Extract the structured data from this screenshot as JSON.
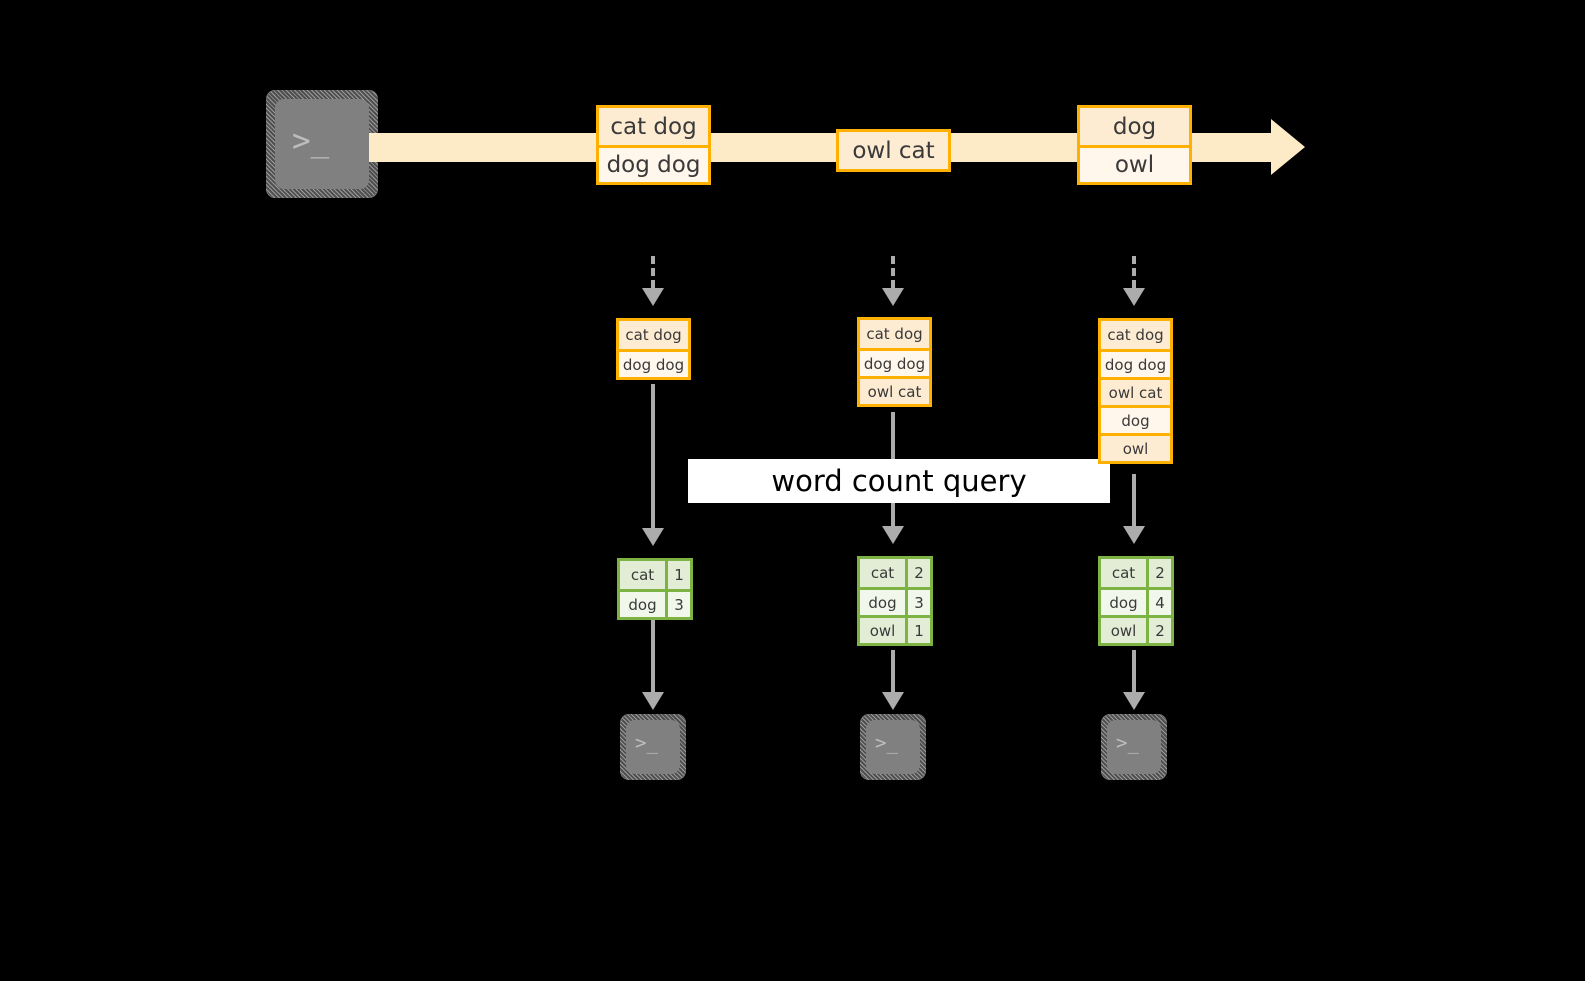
{
  "diagram": {
    "title": "word count query stream pipeline",
    "colors": {
      "background": "#000000",
      "stream_band": "#FDEBC8",
      "message_border": "#FFB000",
      "message_fill": "#FDEBD2",
      "message_fill_alt": "#FFF6EC",
      "table_border": "#7CB342",
      "table_fill": "#E3EDD6",
      "table_fill_alt": "#F2F7EC",
      "connector": "#ACACAC",
      "terminal_face": "#808080",
      "label_bar": "#FFFFFF",
      "label_text": "#000000"
    }
  },
  "source": {
    "icon": "terminal-icon",
    "glyph": ">_"
  },
  "stream": {
    "arrow_tip": "arrowhead-right",
    "messages": [
      {
        "id": "m1",
        "lines": [
          "cat dog",
          "dog dog"
        ]
      },
      {
        "id": "m2",
        "lines": [
          "owl cat"
        ]
      },
      {
        "id": "m3",
        "lines": [
          "dog",
          "owl"
        ]
      }
    ]
  },
  "query_label": {
    "text": "word count query"
  },
  "columns": [
    {
      "id": "t1",
      "ingest_arrow": "dashed-down-arrow",
      "snapshot": {
        "lines": [
          "cat dog",
          "dog dog"
        ]
      },
      "result": {
        "rows": [
          {
            "word": "cat",
            "count": "1"
          },
          {
            "word": "dog",
            "count": "3"
          }
        ]
      },
      "sink": {
        "icon": "terminal-icon",
        "glyph": ">_"
      }
    },
    {
      "id": "t2",
      "ingest_arrow": "dashed-down-arrow",
      "snapshot": {
        "lines": [
          "cat dog",
          "dog dog",
          "owl cat"
        ]
      },
      "result": {
        "rows": [
          {
            "word": "cat",
            "count": "2"
          },
          {
            "word": "dog",
            "count": "3"
          },
          {
            "word": "owl",
            "count": "1"
          }
        ]
      },
      "sink": {
        "icon": "terminal-icon",
        "glyph": ">_"
      }
    },
    {
      "id": "t3",
      "ingest_arrow": "dashed-down-arrow",
      "snapshot": {
        "lines": [
          "cat dog",
          "dog dog",
          "owl cat",
          "dog",
          "owl"
        ]
      },
      "result": {
        "rows": [
          {
            "word": "cat",
            "count": "2"
          },
          {
            "word": "dog",
            "count": "4"
          },
          {
            "word": "owl",
            "count": "2"
          }
        ]
      },
      "sink": {
        "icon": "terminal-icon",
        "glyph": ">_"
      }
    }
  ]
}
